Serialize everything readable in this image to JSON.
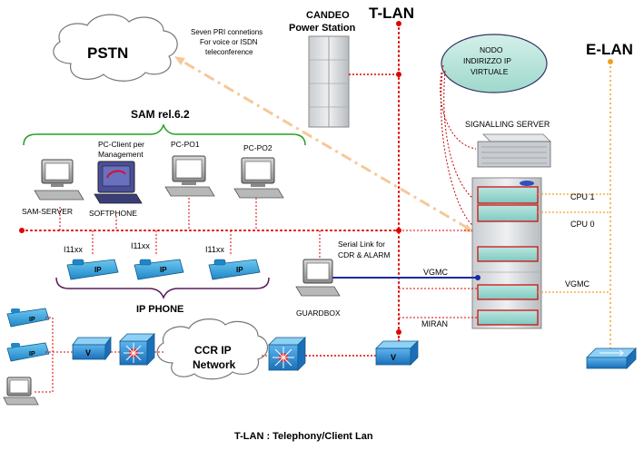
{
  "clouds": {
    "pstn": "PSTN",
    "ccr_line1": "CCR IP",
    "ccr_line2": "Network"
  },
  "notes": {
    "pri_line1": "Seven PRI connetions",
    "pri_line2": "For voice or ISDN",
    "pri_line3": "teleconference"
  },
  "power_station": {
    "line1": "CANDEO",
    "line2": "Power Station"
  },
  "lans": {
    "tlan": "T-LAN",
    "elan": "E-LAN"
  },
  "nodo": {
    "line1": "NODO",
    "line2": "INDIRIZZO IP",
    "line3": "VIRTUALE"
  },
  "signalling_server": "SIGNALLING SERVER",
  "sam": {
    "title": "SAM rel.6.2",
    "server": "SAM-SERVER",
    "pc_client_line1": "PC-Client per",
    "pc_client_line2": "Management",
    "softphone": "SOFTPHONE",
    "pc_po1": "PC-PO1",
    "pc_po2": "PC-PO2"
  },
  "cabinet": {
    "cpu1": "CPU 1",
    "cpu0": "CPU 0",
    "vgmc_left": "VGMC",
    "vgmc_right": "VGMC",
    "miran": "MIRAN"
  },
  "serial_link": {
    "line1": "Serial Link for",
    "line2": "CDR & ALARM"
  },
  "guardbox": "GUARDBOX",
  "ip_phones": {
    "ext1": "I11xx",
    "ext2": "I11xx",
    "ext3": "I11xx",
    "group_label": "IP PHONE",
    "badge": "IP"
  },
  "footer": "T-LAN : Telephony/Client Lan",
  "colors": {
    "tlan_line": "#e00000",
    "elan_line": "#f0a020",
    "bracket": "#22a022",
    "phone": "#2aa0e0",
    "switch": "#2f8fd8",
    "serial": "#1a2aa0"
  }
}
